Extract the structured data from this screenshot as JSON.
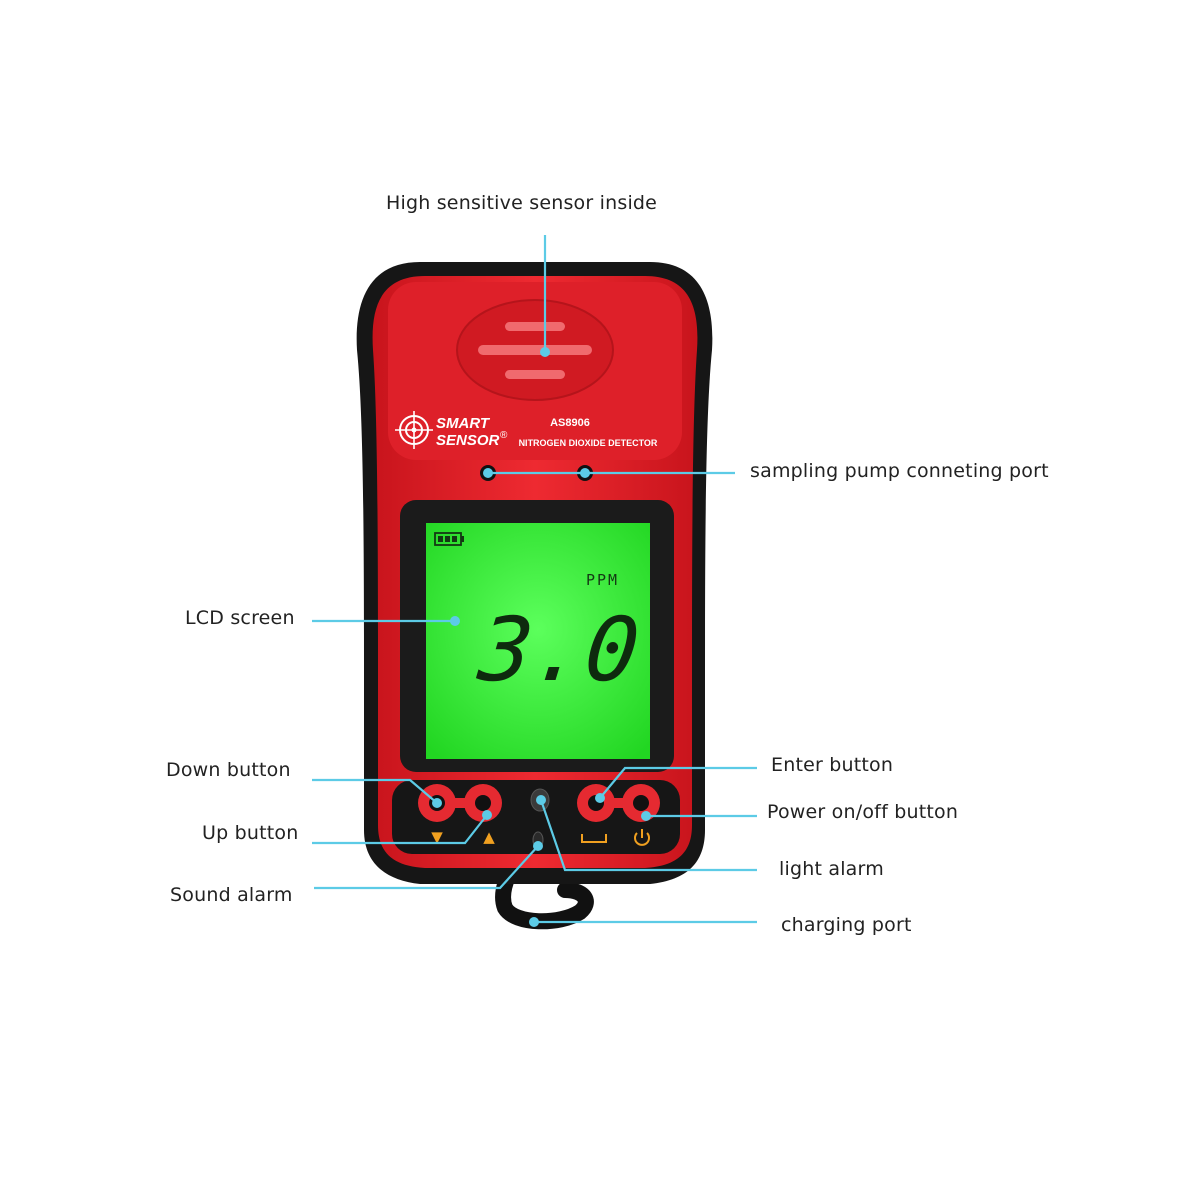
{
  "device": {
    "brand_line1": "SMART",
    "brand_line2": "SENSOR",
    "registered_mark": "®",
    "model": "AS8906",
    "product_name": "NITROGEN DIOXIDE DETECTOR",
    "body_color": "#e8232b",
    "bumper_color": "#1a1a1a",
    "lcd_color": "#3cf03c",
    "accent_color": "#5ccbe6"
  },
  "lcd": {
    "battery_icon": "battery-icon",
    "unit": "PPM",
    "reading": "3.0"
  },
  "buttons": {
    "down_symbol": "▼",
    "up_symbol": "▲",
    "enter_symbol": "enter-icon",
    "power_symbol": "power-icon"
  },
  "callouts": {
    "sensor": "High sensitive sensor inside",
    "pump_port": "sampling pump conneting port",
    "lcd": "LCD screen",
    "down": "Down button",
    "up": "Up button",
    "sound": "Sound alarm",
    "enter": "Enter button",
    "power": "Power on/off button",
    "light": "light alarm",
    "charging": "charging port"
  }
}
